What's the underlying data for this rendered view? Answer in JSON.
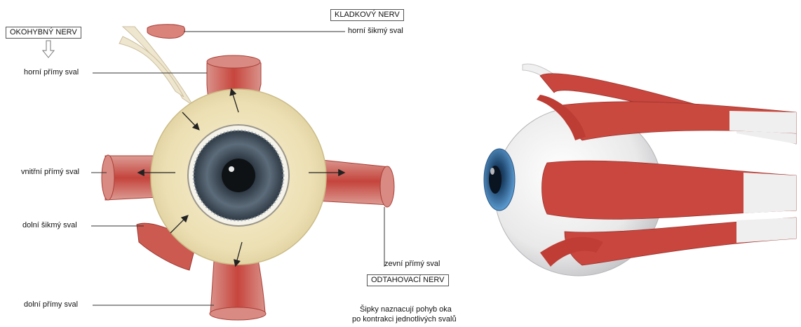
{
  "left_diagram": {
    "nerves": {
      "oculomotor": "OKOHYBNÝ NERV",
      "trochlear": "KLADKOVÝ NERV",
      "abducens": "ODTAHOVACÍ NERV"
    },
    "muscles": {
      "superior_oblique": "horní šikmý sval",
      "superior_rectus": "horní přímy sval",
      "medial_rectus": "vnitřní přímý sval",
      "inferior_oblique": "dolní šikmý sval",
      "lateral_rectus": "zevní přímý sval",
      "inferior_rectus": "dolní přímy sval"
    },
    "note_line1": "Šipky naznacují pohyb oka",
    "note_line2": "po kontrakci jednotlivých svalů"
  },
  "colors": {
    "muscle": "#c8423c",
    "muscle_light": "#e7a7a0",
    "sclera": "#eee3bb",
    "iris": "#4f5d6b",
    "right_iris": "#3f7fb5"
  }
}
